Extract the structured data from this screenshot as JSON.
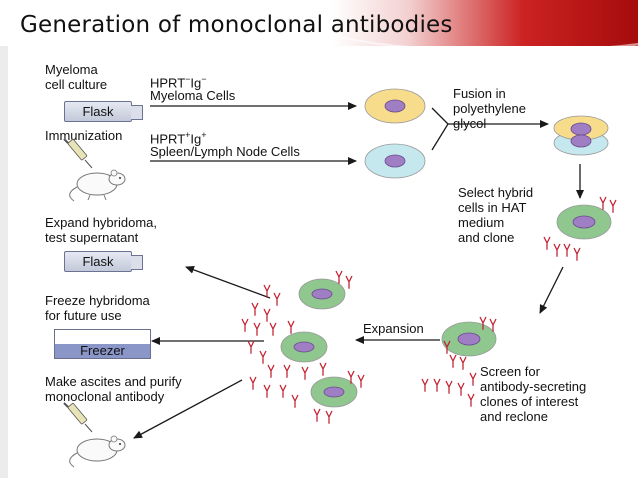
{
  "title": "Generation of monoclonal antibodies",
  "labels": {
    "myeloma_culture": "Myeloma\ncell culture",
    "flask": "Flask",
    "immunization": "Immunization",
    "hprt_neg_line1_a": "HPRT",
    "hprt_neg_sup1": "−",
    "hprt_neg_line1_b": "Ig",
    "hprt_neg_sup2": "−",
    "myeloma_cells": "Myeloma Cells",
    "hprt_pos_line1_a": "HPRT",
    "hprt_pos_sup1": "+",
    "hprt_pos_line1_b": "Ig",
    "hprt_pos_sup2": "+",
    "spleen_cells": "Spleen/Lymph Node Cells",
    "fusion": "Fusion in\npolyethylene\nglycol",
    "select_hybrid": "Select hybrid\ncells in HAT\nmedium\nand clone",
    "expand": "Expand hybridoma,\ntest supernatant",
    "freeze": "Freeze hybridoma\nfor future use",
    "freezer": "Freezer",
    "expansion": "Expansion",
    "ascites": "Make ascites and purify\nmonoclonal antibody",
    "screen": "Screen for\nantibody-secreting\nclones of interest\nand reclone"
  },
  "colors": {
    "myeloma_cell": "#f7dc8c",
    "spleen_cell": "#c4e8ee",
    "hybridoma_cell": "#8fc78f",
    "nucleus": "#a07ec4",
    "antibody": "#c22030",
    "arrow": "#1a1a1a"
  },
  "icons": [
    "syringe-icon",
    "mouse-icon",
    "flask-icon",
    "freezer-icon",
    "antibody-icon"
  ]
}
